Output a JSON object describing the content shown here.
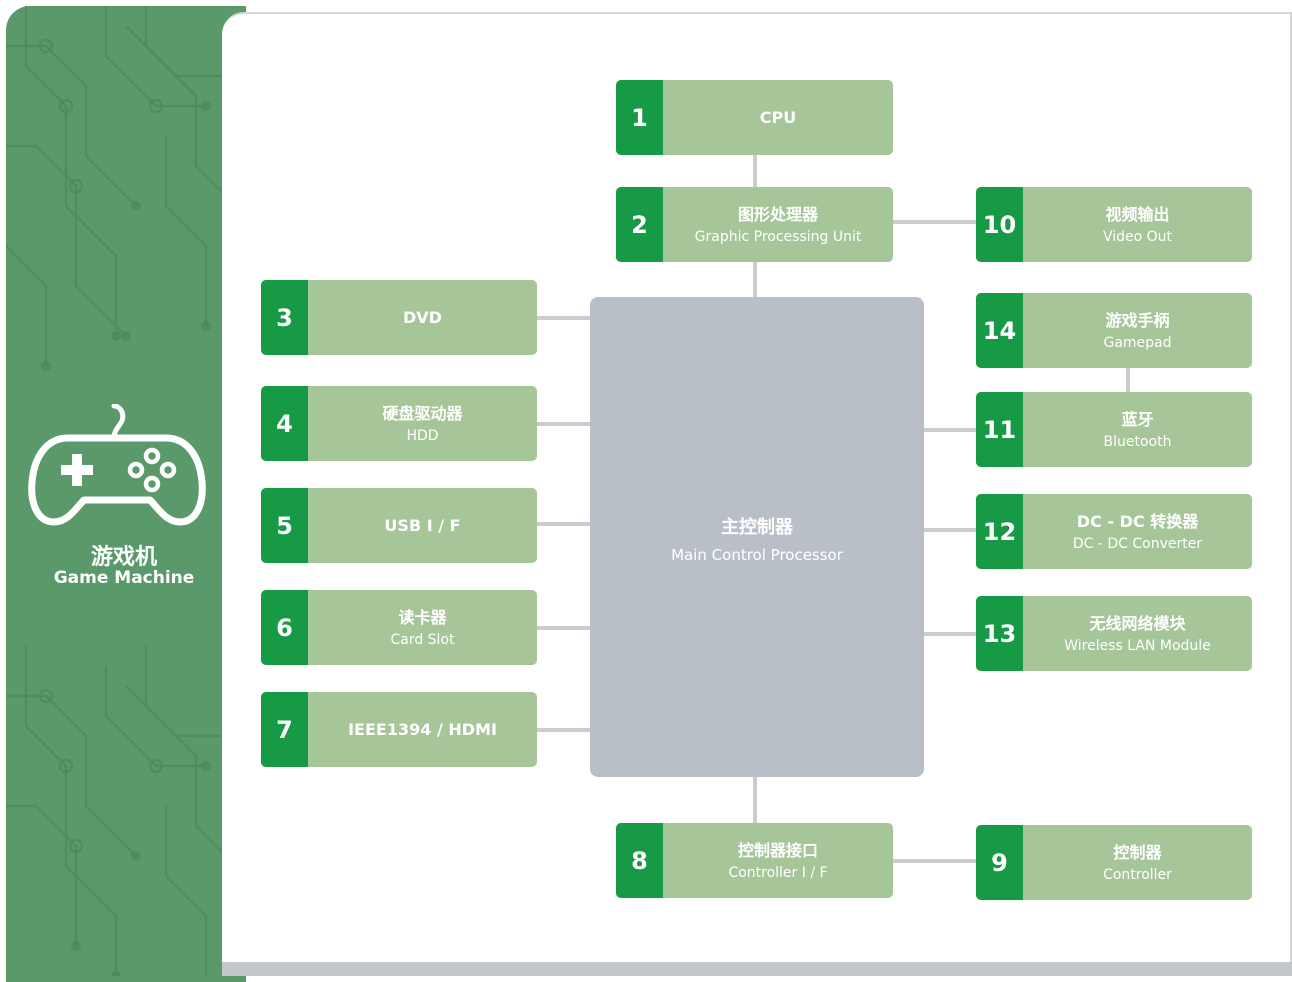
{
  "sidebar": {
    "title_cn": "游戏机",
    "title_en": "Game Machine",
    "icon": "gamepad-icon"
  },
  "main": {
    "label_cn": "主控制器",
    "label_en": "Main Control Processor"
  },
  "nodes": [
    {
      "num": "1",
      "cn": "CPU",
      "en": ""
    },
    {
      "num": "2",
      "cn": "图形处理器",
      "en": "Graphic Processing Unit"
    },
    {
      "num": "3",
      "cn": "DVD",
      "en": ""
    },
    {
      "num": "4",
      "cn": "硬盘驱动器",
      "en": "HDD"
    },
    {
      "num": "5",
      "cn": "USB I / F",
      "en": ""
    },
    {
      "num": "6",
      "cn": "读卡器",
      "en": "Card Slot"
    },
    {
      "num": "7",
      "cn": "IEEE1394 / HDMI",
      "en": ""
    },
    {
      "num": "8",
      "cn": "控制器接口",
      "en": "Controller I / F"
    },
    {
      "num": "9",
      "cn": "控制器",
      "en": "Controller"
    },
    {
      "num": "10",
      "cn": "视频输出",
      "en": "Video Out"
    },
    {
      "num": "14",
      "cn": "游戏手柄",
      "en": "Gamepad"
    },
    {
      "num": "11",
      "cn": "蓝牙",
      "en": "Bluetooth"
    },
    {
      "num": "12",
      "cn": "DC - DC 转换器",
      "en": "DC - DC Converter"
    },
    {
      "num": "13",
      "cn": "无线网络模块",
      "en": "Wireless LAN Module"
    }
  ],
  "colors": {
    "sidebar": "#5a9a6a",
    "number_badge": "#179a45",
    "node_fill": "#a6c69a",
    "main_fill": "#b9bfc7",
    "wire": "#c9cdd2"
  }
}
